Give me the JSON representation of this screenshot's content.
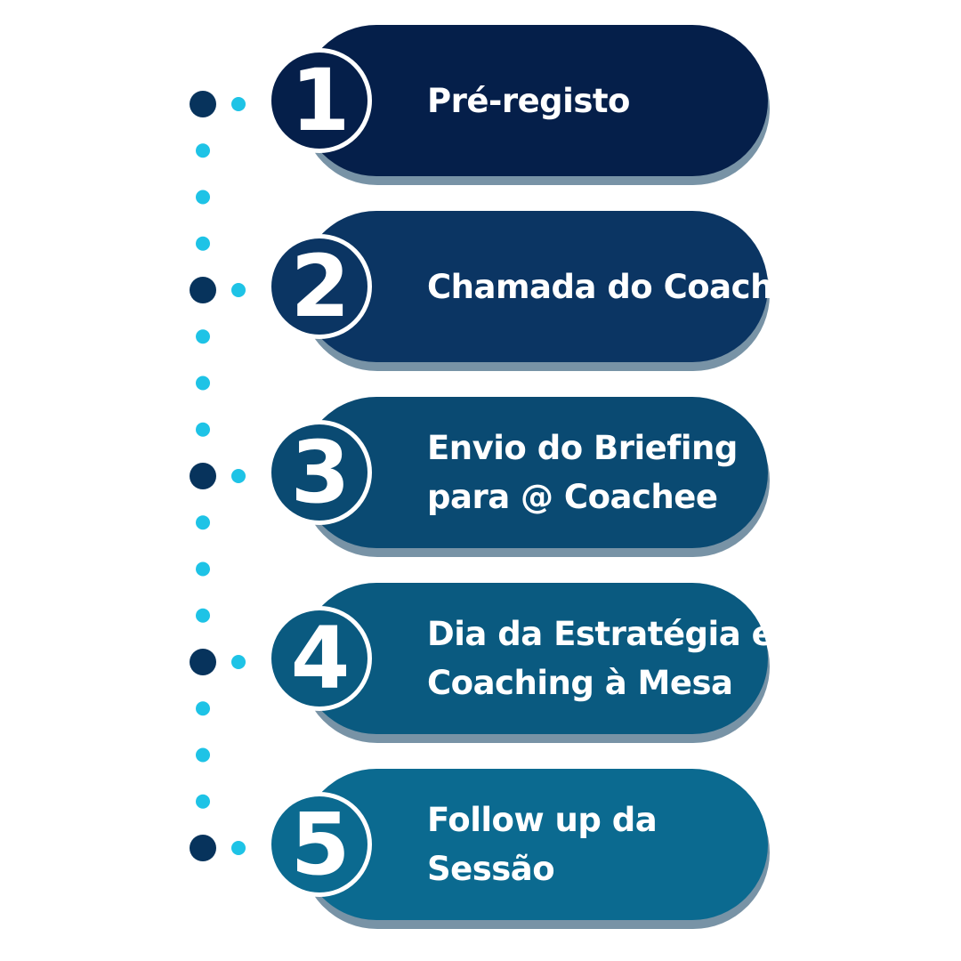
{
  "steps": [
    {
      "number": "1",
      "label": "Pré-registo",
      "color": "#051f4a"
    },
    {
      "number": "2",
      "label": "Chamada do Coach",
      "color": "#0b3563"
    },
    {
      "number": "3",
      "label": "Envio do Briefing\npara @ Coachee",
      "color": "#0a4a72"
    },
    {
      "number": "4",
      "label": "Dia da Estratégia e\nCoaching à Mesa",
      "color": "#0a5a80"
    },
    {
      "number": "5",
      "label": "Follow up da\nSessão",
      "color": "#0b6a90"
    }
  ],
  "colors": {
    "dot_dark": "#07335c",
    "dot_light": "#1ec3e6",
    "badge_border": "#ffffff",
    "text": "#ffffff",
    "background": "#ffffff"
  }
}
